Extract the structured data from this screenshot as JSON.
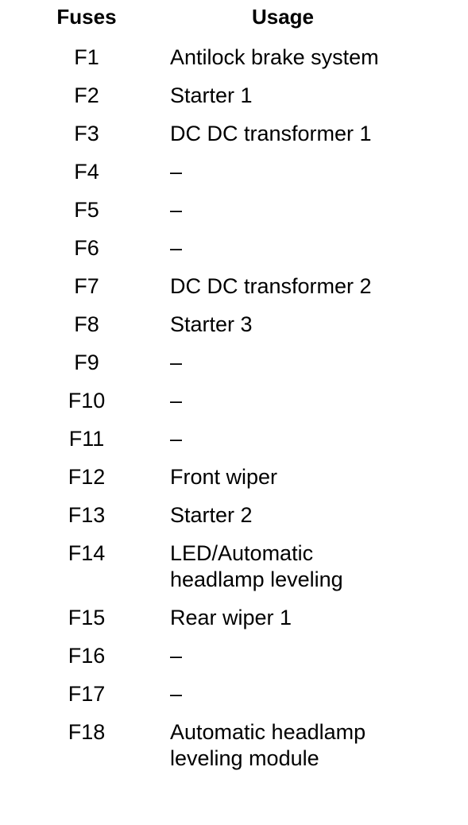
{
  "table": {
    "headers": {
      "fuses": "Fuses",
      "usage": "Usage"
    },
    "rows": [
      {
        "fuse": "F1",
        "usage": "Antilock brake system"
      },
      {
        "fuse": "F2",
        "usage": "Starter 1"
      },
      {
        "fuse": "F3",
        "usage": "DC DC transformer 1"
      },
      {
        "fuse": "F4",
        "usage": "–"
      },
      {
        "fuse": "F5",
        "usage": "–"
      },
      {
        "fuse": "F6",
        "usage": "–"
      },
      {
        "fuse": "F7",
        "usage": "DC DC transformer 2"
      },
      {
        "fuse": "F8",
        "usage": "Starter 3"
      },
      {
        "fuse": "F9",
        "usage": "–"
      },
      {
        "fuse": "F10",
        "usage": "–"
      },
      {
        "fuse": "F11",
        "usage": "–"
      },
      {
        "fuse": "F12",
        "usage": "Front wiper"
      },
      {
        "fuse": "F13",
        "usage": "Starter 2"
      },
      {
        "fuse": "F14",
        "usage": "LED/Automatic headlamp leveling"
      },
      {
        "fuse": "F15",
        "usage": "Rear wiper 1"
      },
      {
        "fuse": "F16",
        "usage": "–"
      },
      {
        "fuse": "F17",
        "usage": "–"
      },
      {
        "fuse": "F18",
        "usage": "Automatic headlamp leveling module"
      }
    ]
  }
}
